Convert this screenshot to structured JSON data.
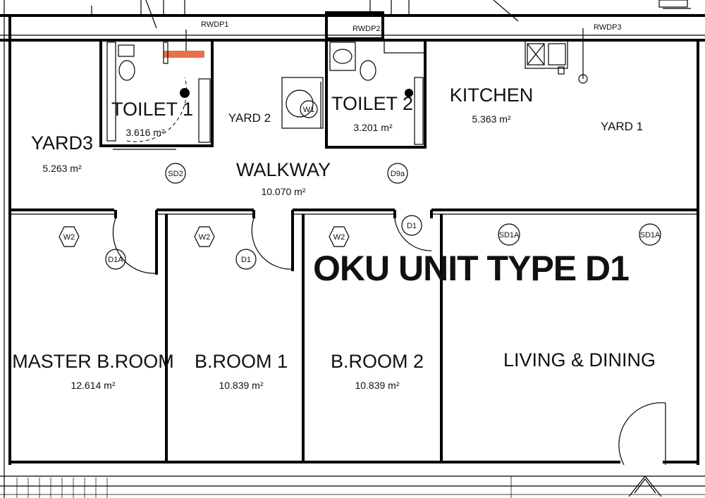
{
  "title": "OKU UNIT TYPE D1",
  "rooms": {
    "yard3": {
      "name": "YARD3",
      "area": "5.263 m²"
    },
    "toilet1": {
      "name": "TOILET 1",
      "area": "3.616 m²"
    },
    "yard2": {
      "name": "YARD 2"
    },
    "toilet2": {
      "name": "TOILET 2",
      "area": "3.201 m²"
    },
    "kitchen": {
      "name": "KITCHEN",
      "area": "5.363 m²"
    },
    "yard1": {
      "name": "YARD 1"
    },
    "walkway": {
      "name": "WALKWAY",
      "area": "10.070 m²"
    },
    "master": {
      "name": "MASTER B.ROOM",
      "area": "12.614 m²"
    },
    "broom1": {
      "name": "B.ROOM 1",
      "area": "10.839 m²"
    },
    "broom2": {
      "name": "B.ROOM 2",
      "area": "10.839 m²"
    },
    "living": {
      "name": "LIVING & DINING"
    }
  },
  "tags": {
    "sd2": "SD2",
    "d9a": "D9a",
    "d1a": "D1A",
    "d1_a": "D1",
    "d1_b": "D1",
    "sd1a_a": "SD1A",
    "sd1a_b": "SD1A",
    "w1": "W1",
    "w2_a": "W2",
    "w2_b": "W2",
    "w2_c": "W2",
    "rwdp1": "RWDP1",
    "rwdp2": "RWDP2",
    "rwdp3": "RWDP3"
  }
}
